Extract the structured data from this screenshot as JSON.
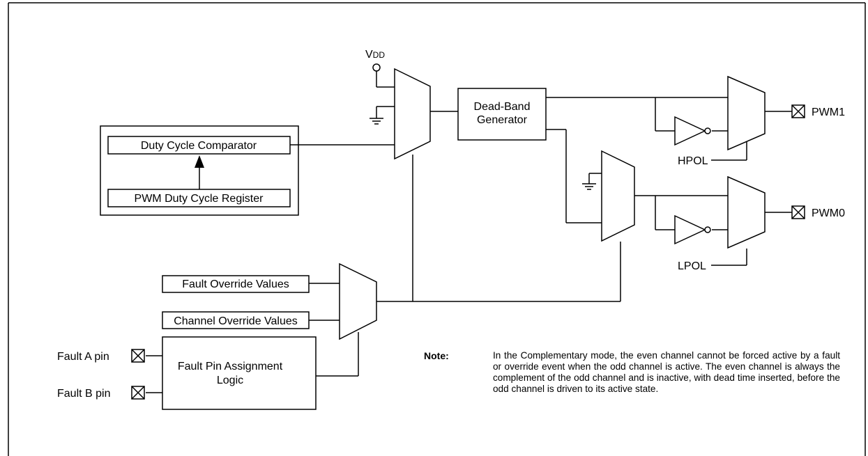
{
  "vdd": {
    "main": "V",
    "sub": "DD"
  },
  "blocks": {
    "duty_cycle_comparator": "Duty Cycle Comparator",
    "pwm_duty_cycle_register": "PWM Duty Cycle Register",
    "dead_band_line1": "Dead-Band",
    "dead_band_line2": "Generator",
    "fault_override_values": "Fault Override Values",
    "channel_override_values": "Channel Override Values",
    "fault_pin_line1": "Fault Pin Assignment",
    "fault_pin_line2": "Logic"
  },
  "pins": {
    "pwm1": "PWM1",
    "pwm0": "PWM0",
    "fault_a": "Fault A pin",
    "fault_b": "Fault B pin"
  },
  "controls": {
    "hpol": "HPOL",
    "lpol": "LPOL"
  },
  "note": {
    "heading": "Note:",
    "text": "In the Complementary mode, the even channel cannot be forced active by a fault or override event when the odd channel is active. The even channel is always the complement of the odd channel and is inactive, with dead time inserted, before the odd channel is driven to its active state."
  }
}
